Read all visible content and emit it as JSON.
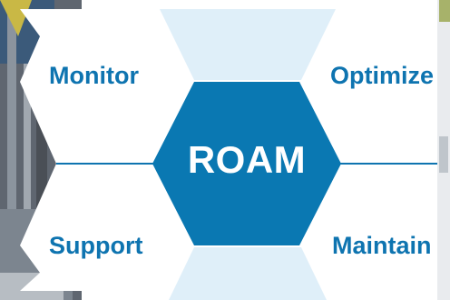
{
  "diagram": {
    "center": {
      "label": "ROAM",
      "color": "#0a78b2"
    },
    "nodes": [
      {
        "id": "monitor",
        "label": "Monitor"
      },
      {
        "id": "optimize",
        "label": "Optimize"
      },
      {
        "id": "support",
        "label": "Support"
      },
      {
        "id": "maintain",
        "label": "Maintain"
      }
    ],
    "colors": {
      "text": "#0e74b0",
      "connector": "#0e74b0",
      "light_hex": "#dfeff9",
      "background_photo": "#6b7280"
    }
  }
}
